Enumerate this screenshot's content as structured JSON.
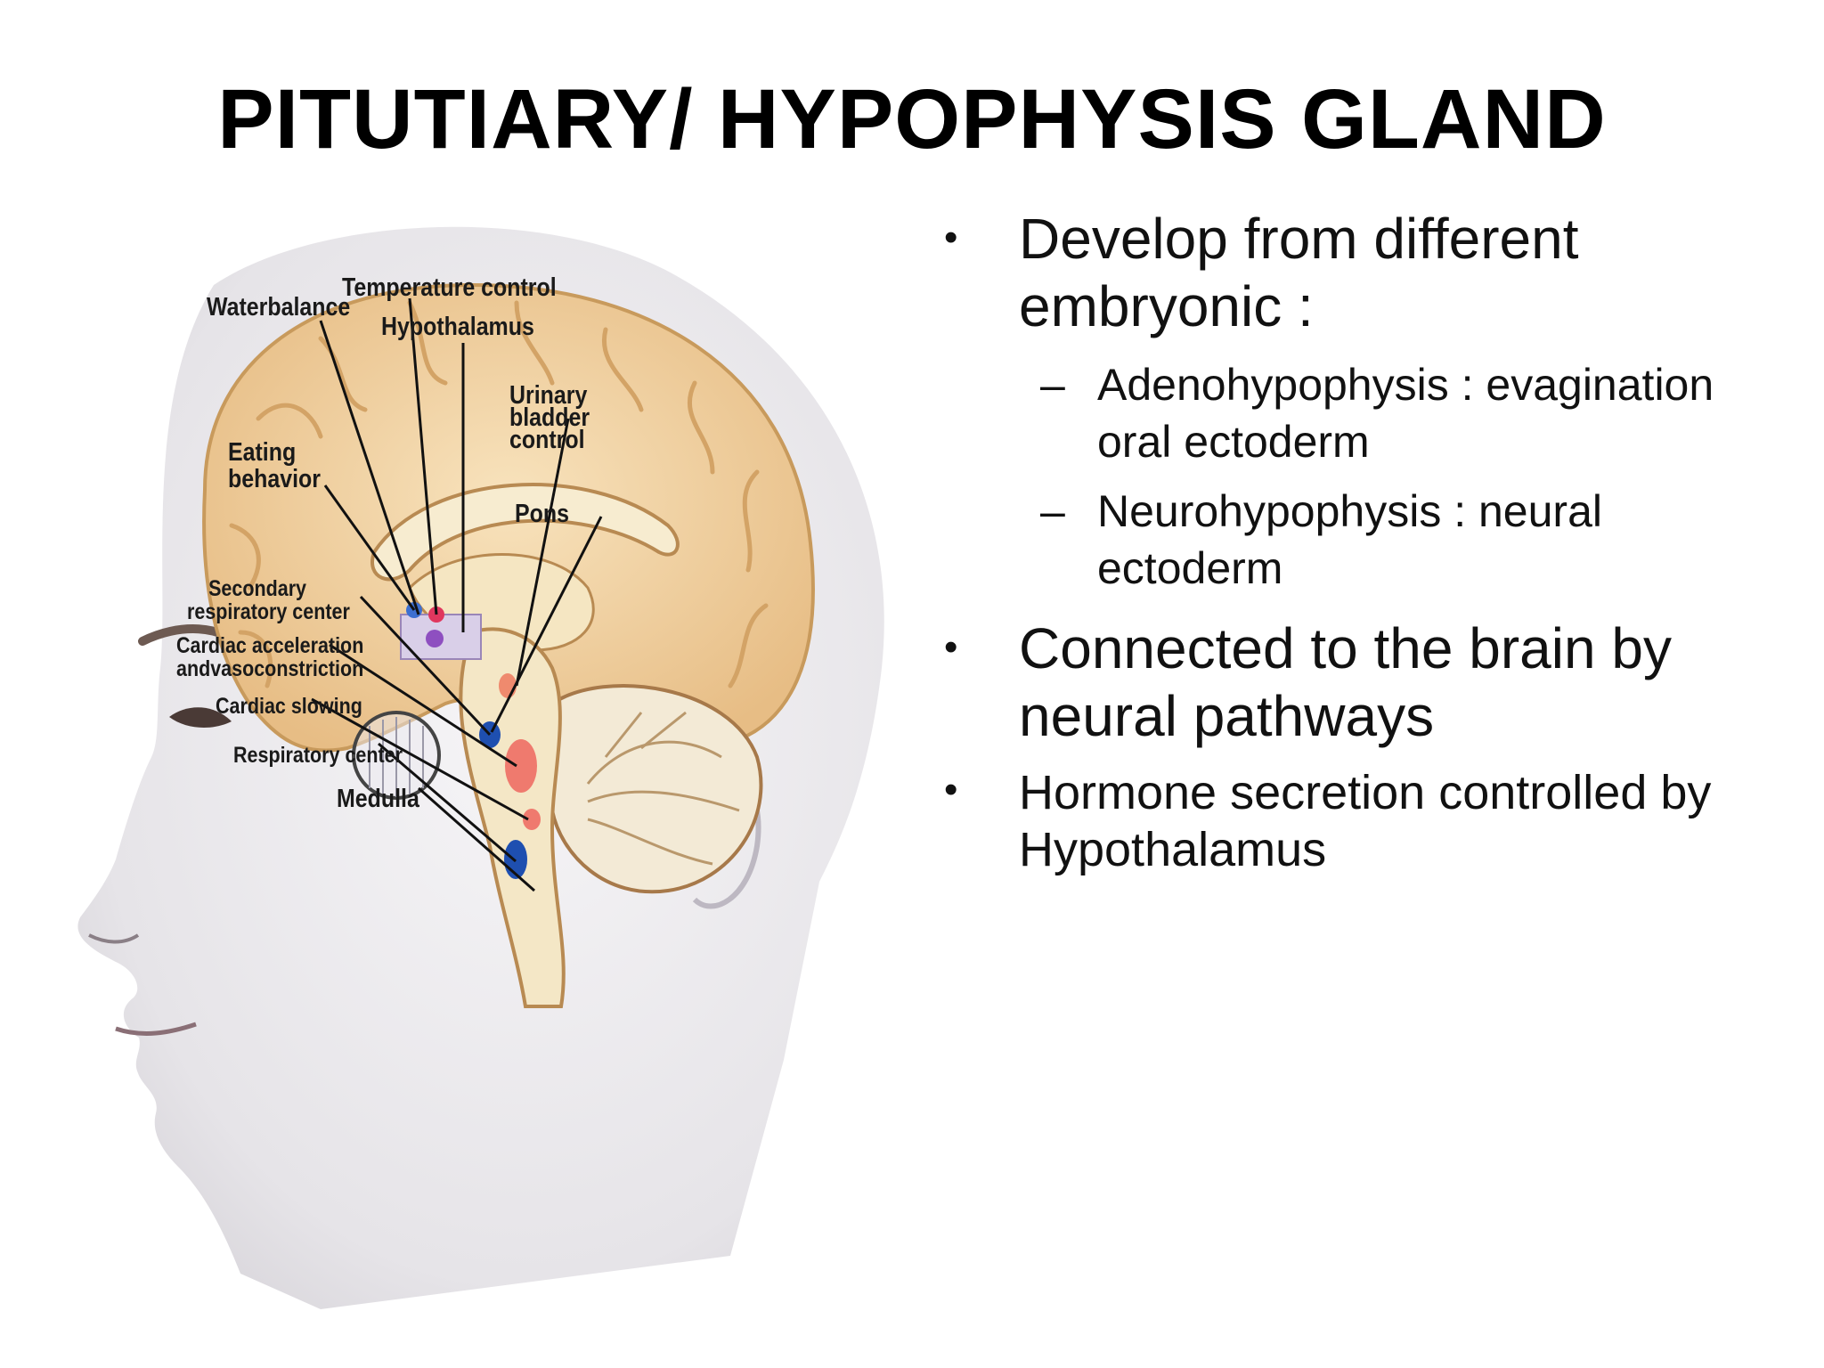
{
  "slide": {
    "title": "PITUTIARY/ HYPOPHYSIS GLAND"
  },
  "figure": {
    "labels": {
      "water_balance": "Waterbalance",
      "temperature_control": "Temperature control",
      "hypothalamus": "Hypothalamus",
      "urinary_bladder_control": [
        "Urinary",
        "bladder",
        "control"
      ],
      "eating_behavior": [
        "Eating",
        "behavior"
      ],
      "pons": "Pons",
      "secondary_respiratory_center": [
        "Secondary",
        "respiratory center"
      ],
      "cardiac_acceleration": [
        "Cardiac acceleration",
        "andvasoconstriction"
      ],
      "cardiac_slowing": "Cardiac slowing",
      "respiratory_center": "Respiratory center",
      "medulla": "Medulla"
    }
  },
  "bullets": [
    {
      "text": "Develop from different embryonic :",
      "subitems": [
        "Adenohypophysis : evagination oral ectoderm",
        "Neurohypophysis : neural ectoderm"
      ]
    },
    {
      "text": "Connected to the brain by neural pathways"
    },
    {
      "text": "Hormone secretion controlled by Hypothalamus"
    }
  ],
  "colors": {
    "background": "#ffffff",
    "text": "#111111",
    "brain": "#f2d3a0",
    "brain_dark": "#c89a5c",
    "skin": "#ecebee",
    "nucleus_blue": "#1e4fb0",
    "nucleus_red": "#ef7a6e"
  }
}
